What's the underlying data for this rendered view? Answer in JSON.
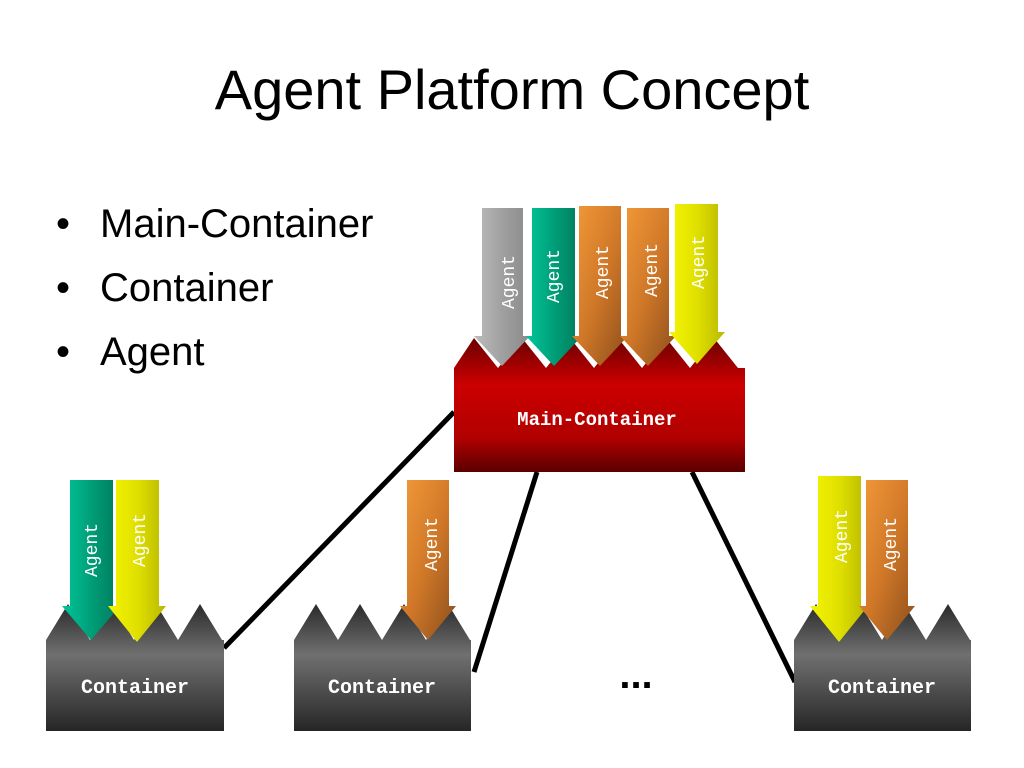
{
  "title": "Agent Platform Concept",
  "bullets": [
    "Main-Container",
    "Container",
    "Agent"
  ],
  "main_container": {
    "label": "Main-Container",
    "agents": [
      {
        "label": "Agent",
        "color": "grey"
      },
      {
        "label": "Agent",
        "color": "teal"
      },
      {
        "label": "Agent",
        "color": "orange"
      },
      {
        "label": "Agent",
        "color": "orange"
      },
      {
        "label": "Agent",
        "color": "yellow"
      }
    ]
  },
  "containers": [
    {
      "label": "Container",
      "agents": [
        {
          "label": "Agent",
          "color": "teal"
        },
        {
          "label": "Agent",
          "color": "yellow"
        }
      ]
    },
    {
      "label": "Container",
      "agents": [
        {
          "label": "Agent",
          "color": "orange"
        }
      ]
    },
    {
      "label": "Container",
      "agents": [
        {
          "label": "Agent",
          "color": "yellow"
        },
        {
          "label": "Agent",
          "color": "orange"
        }
      ]
    }
  ],
  "ellipsis": "...",
  "colors": {
    "main_container": "#c00000",
    "container": "#4a4a4a",
    "connector": "#000000",
    "grey": "#a9a9a9",
    "teal": "#00a77e",
    "orange": "#e88a2e",
    "yellow": "#e6e600"
  }
}
